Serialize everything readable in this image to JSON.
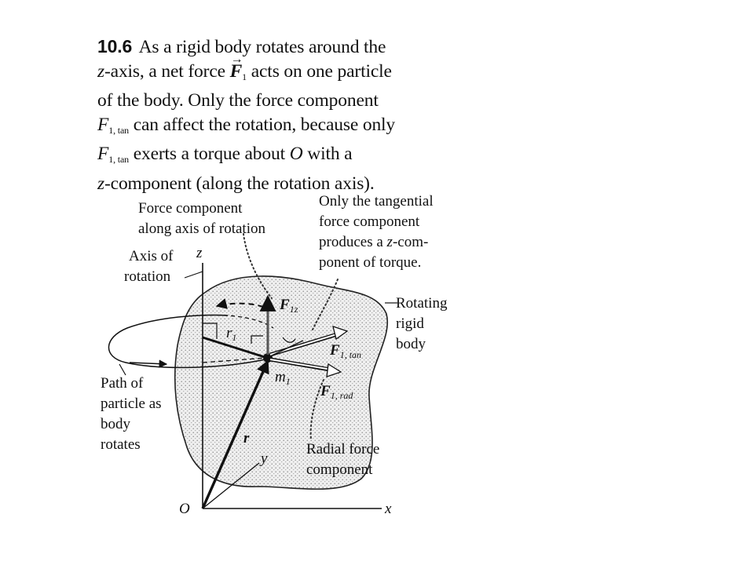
{
  "caption": {
    "number": "10.6",
    "lines": {
      "l1": "As a rigid body rotates around the",
      "l2_var": "z",
      "l2_text": "-axis, a net force",
      "l2_force": "F",
      "l2_force_sub": "1",
      "l2_rest": "acts on one particle",
      "l3": "of the body. Only the force component",
      "l4_var": "F",
      "l4_sub": "1, tan",
      "l4_rest": "can affect the rotation, because only",
      "l5_var": "F",
      "l5_sub": "1, tan",
      "l5_rest": "exerts a torque about",
      "l5_O": "O",
      "l5_end": "with a",
      "l6_var": "z",
      "l6_rest": "-component (along the rotation axis)."
    }
  },
  "diagram": {
    "labels": {
      "force_comp_axis_1": "Force component",
      "force_comp_axis_2": "along axis of rotation",
      "only_tan_1": "Only the tangential",
      "only_tan_2": "force component",
      "only_tan_3a": "produces a ",
      "only_tan_3z": "z",
      "only_tan_3b": "-com-",
      "only_tan_4": "ponent of torque.",
      "axis_rot_1": "Axis of",
      "axis_rot_2": "rotation",
      "z_axis": "z",
      "rotating_1": "Rotating",
      "rotating_2": "rigid",
      "rotating_3": "body",
      "path_1": "Path of",
      "path_2": "particle as",
      "path_3": "body",
      "path_4": "rotates",
      "radial_1": "Radial force",
      "radial_2": "component",
      "origin": "O",
      "x_axis": "x",
      "y_axis": "y",
      "r_vec": "r",
      "r1": "r",
      "r1_sub": "1",
      "m1": "m",
      "m1_sub": "1",
      "f1z": "F",
      "f1z_sub": "1z",
      "f1tan": "F",
      "f1tan_sub": "1, tan",
      "f1rad": "F",
      "f1rad_sub": "1, rad"
    }
  }
}
